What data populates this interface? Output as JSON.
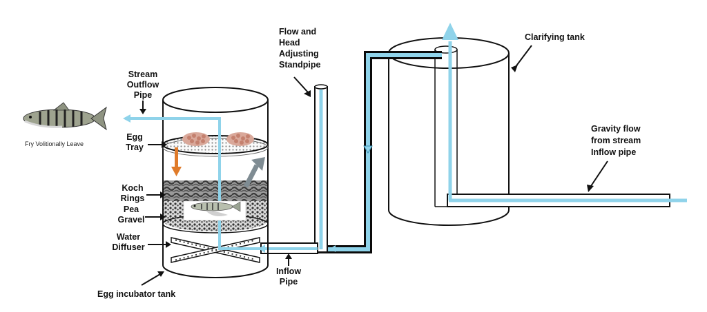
{
  "labels": {
    "fry": "Fry Volitionally Leave",
    "stream_outflow": [
      "Stream",
      "Outflow",
      "Pipe"
    ],
    "egg_tray": [
      "Egg",
      "Tray"
    ],
    "koch_rings": [
      "Koch",
      "Rings"
    ],
    "pea_gravel": [
      "Pea",
      "Gravel"
    ],
    "water_diffuser": [
      "Water",
      "Diffuser"
    ],
    "egg_incubator_tank": "Egg incubator tank",
    "inflow_pipe": [
      "Inflow",
      "Pipe"
    ],
    "standpipe": [
      "Flow and",
      "Head",
      "Adjusting",
      "Standpipe"
    ],
    "clarifying_tank": "Clarifying tank",
    "gravity_flow": [
      "Gravity flow",
      "from stream",
      "Inflow pipe"
    ]
  },
  "colors": {
    "water": "#8fd3ea",
    "outline": "#0a0a0a",
    "down_arrow": "#e07b2a",
    "up_arrow": "#7f8c93"
  }
}
